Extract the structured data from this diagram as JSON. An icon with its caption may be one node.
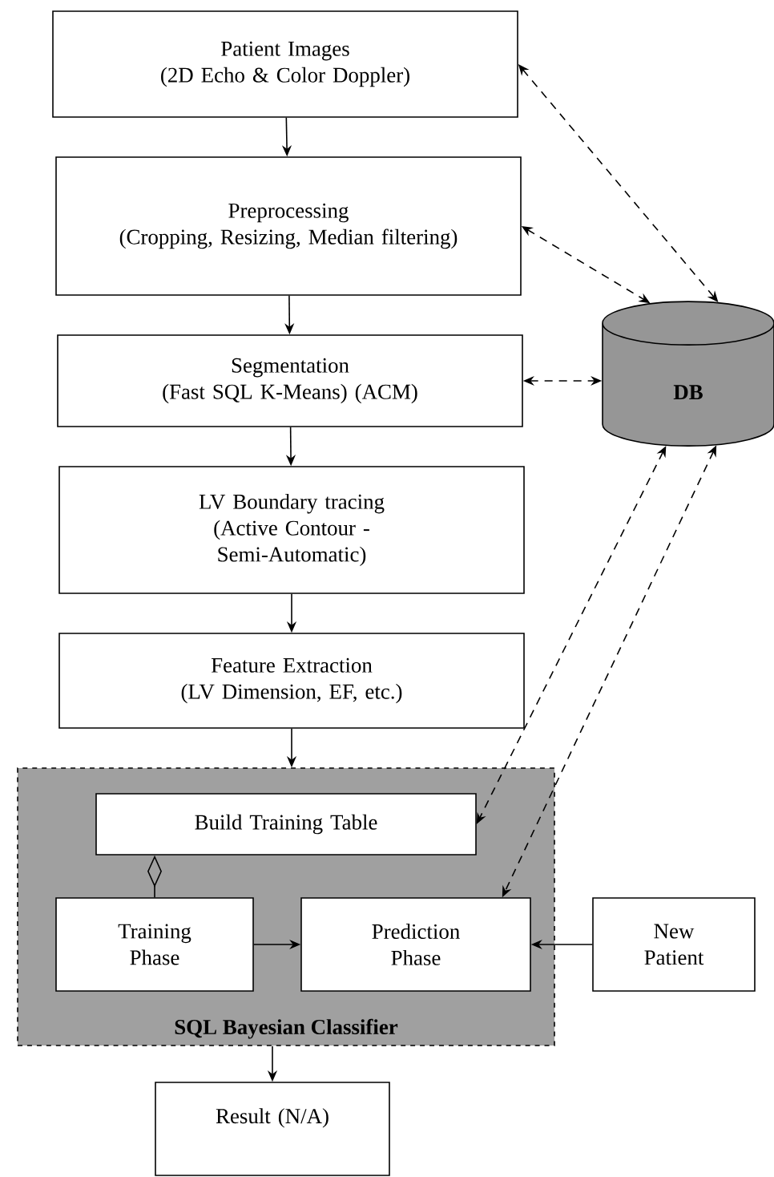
{
  "diagram": {
    "nodes": [
      {
        "text": [
          "Patient Images",
          "(2D Echo & Color Doppler)"
        ]
      },
      {
        "text": [
          "Preprocessing",
          "(Cropping, Resizing, Median filtering)"
        ]
      },
      {
        "text": [
          "Segmentation",
          "(Fast SQL K-Means) (ACM)"
        ]
      },
      {
        "text": [
          "LV Boundary tracing",
          "(Active Contour - Semi-Automatic)"
        ]
      },
      {
        "text": [
          "Feature Extraction",
          "(LV Dimension, EF, etc.)"
        ]
      },
      {
        "text": [
          "DB"
        ]
      },
      {
        "text": [
          "SQL Bayesian Classifier"
        ]
      },
      {
        "text": [
          "Build Training Table"
        ],
        "in": 6
      },
      {
        "text": [
          "Training Phase"
        ],
        "in": 6
      },
      {
        "text": [
          "Prediction Phase"
        ],
        "in": 6
      },
      {
        "text": [
          "New Patient"
        ]
      },
      {
        "text": [
          "Result (N/A)"
        ]
      }
    ],
    "edges": [
      {
        "from": 0,
        "to": 1,
        "arrow": "to"
      },
      {
        "from": 1,
        "to": 2,
        "arrow": "to"
      },
      {
        "from": 2,
        "to": 3,
        "arrow": "to"
      },
      {
        "from": 3,
        "to": 4,
        "arrow": "to"
      },
      {
        "from": 4,
        "to": 6,
        "arrow": "to"
      },
      {
        "from": 0,
        "to": 5,
        "arrow": "both",
        "style": "dashed"
      },
      {
        "from": 1,
        "to": 5,
        "arrow": "both",
        "style": "dashed"
      },
      {
        "from": 2,
        "to": 5,
        "arrow": "both",
        "style": "dashed"
      },
      {
        "from": 5,
        "to": 7,
        "arrow": "both",
        "style": "dashed"
      },
      {
        "from": 5,
        "to": 9,
        "arrow": "both",
        "style": "dashed"
      },
      {
        "from": 7,
        "to": 8,
        "arrow": "other"
      },
      {
        "from": 8,
        "to": 9,
        "arrow": "to"
      },
      {
        "from": 10,
        "to": 9,
        "arrow": "to"
      },
      {
        "from": 6,
        "to": 11,
        "arrow": "to"
      }
    ]
  }
}
